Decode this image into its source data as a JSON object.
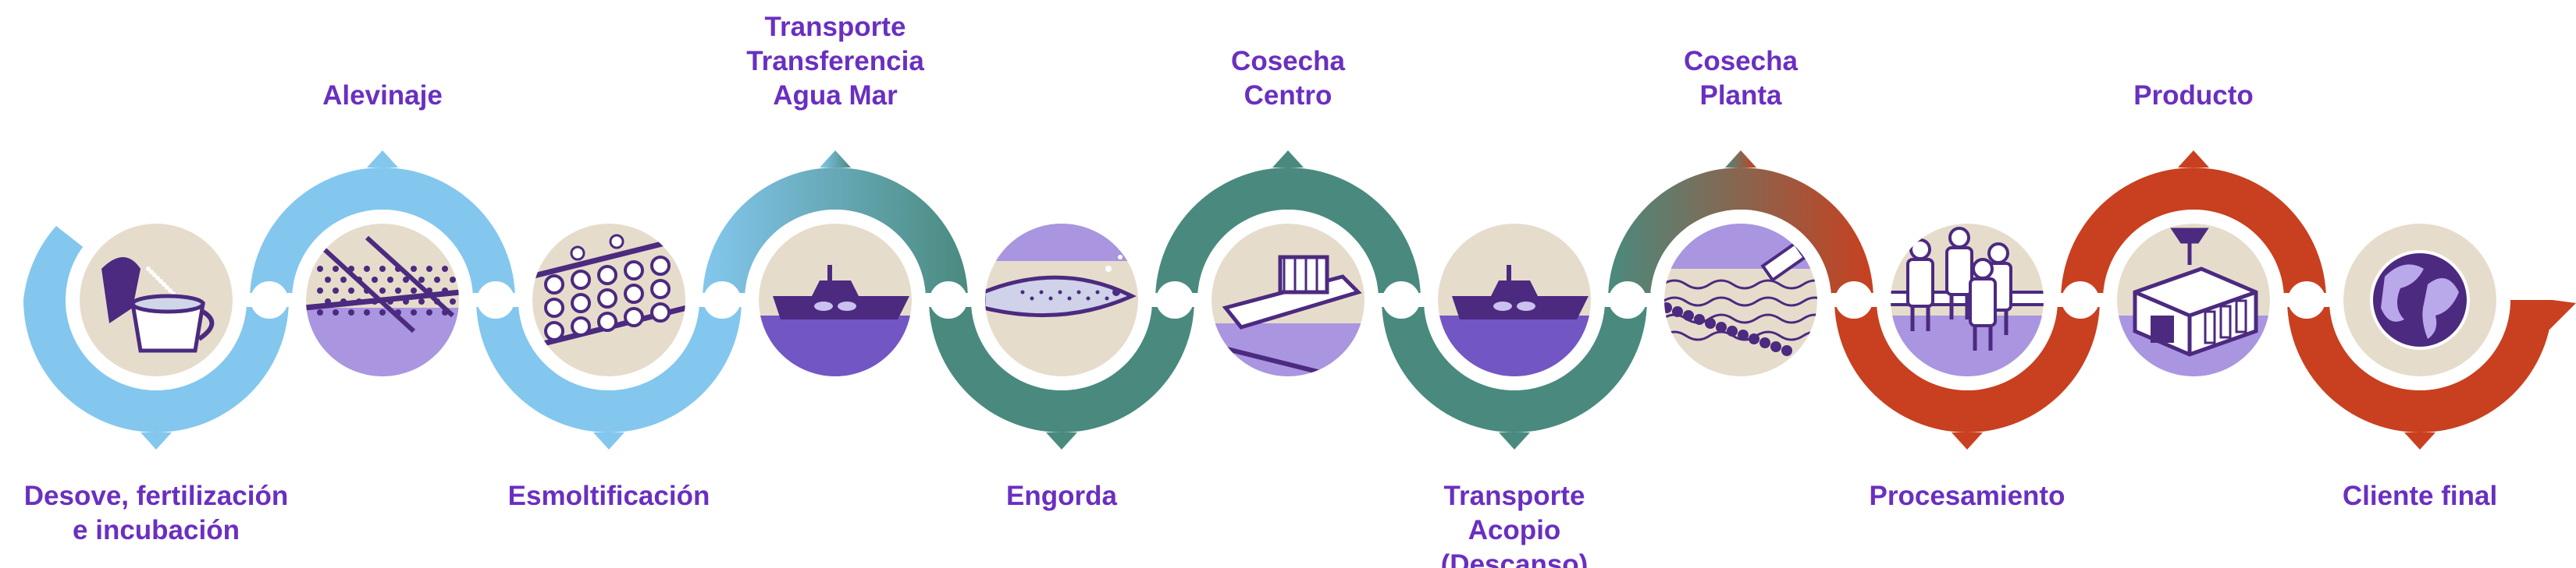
{
  "steps": [
    {
      "label": "Desove, fertilización\ne incubación",
      "icon": "spawning-icon",
      "color": "#83c7ee"
    },
    {
      "label": "Alevinaje",
      "icon": "fry-tank-icon",
      "color": "#83c7ee"
    },
    {
      "label": "Esmoltificación",
      "icon": "smolt-tank-icon",
      "color": "#83c7ee"
    },
    {
      "label": "Transporte\nTransferencia\nAgua Mar",
      "icon": "wellboat-icon",
      "color": "#4f9aa6"
    },
    {
      "label": "Engorda",
      "icon": "salmon-icon",
      "color": "#4a8a7e"
    },
    {
      "label": "Cosecha\nCentro",
      "icon": "harvest-boat-icon",
      "color": "#4a8a7e"
    },
    {
      "label": "Transporte\nAcopio\n(Descanso)",
      "icon": "transport-boat-icon",
      "color": "#4a8a7e"
    },
    {
      "label": "Cosecha\nPlanta",
      "icon": "harvest-pump-icon",
      "color": "#7a6a4a"
    },
    {
      "label": "Procesamiento",
      "icon": "workers-icon",
      "color": "#c8401f"
    },
    {
      "label": "Producto",
      "icon": "factory-icon",
      "color": "#c8401f"
    },
    {
      "label": "Cliente final",
      "icon": "globe-icon",
      "color": "#c8401f"
    }
  ],
  "colors": {
    "text": "#6a2fc0",
    "circle_bg": "#e6dccb",
    "icon_purple": "#4b2a80",
    "icon_violet": "#a995e0",
    "sea_deep": "#7256c4"
  }
}
